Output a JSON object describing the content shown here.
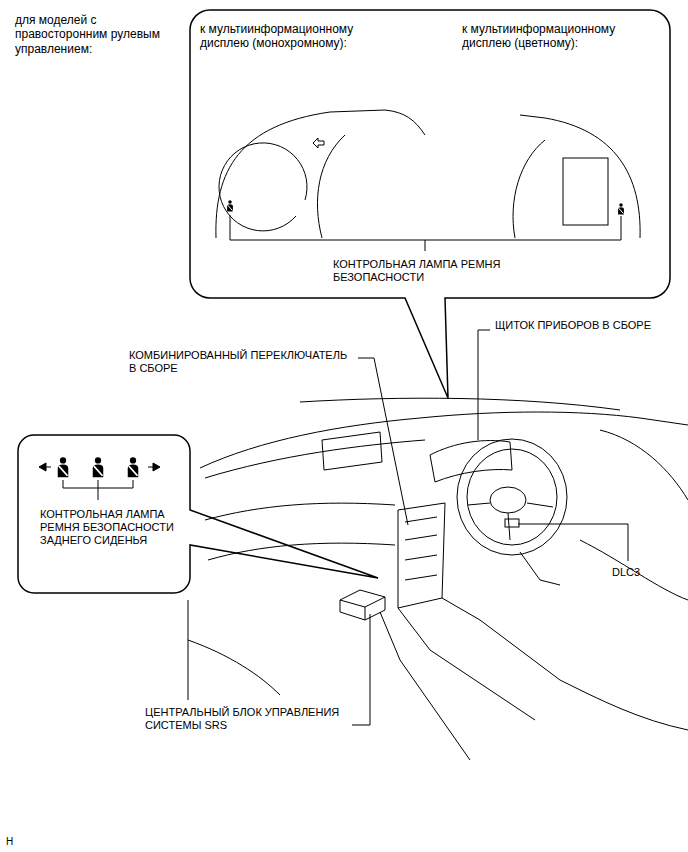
{
  "diagram": {
    "nodes": [
      {
        "text": [
          "к мультиинформационному дисплею (монохромному):",
          "к мультиинформационному дисплею (цветному):",
          "КОНТРОЛЬНАЯ ЛАМПА РЕМНЯ БЕЗОПАСНОСТИ"
        ]
      },
      {
        "text": [
          "КОНТРОЛЬНАЯ ЛАМПА РЕМНЯ БЕЗОПАСНОСТИ ЗАДНЕГО СИДЕНЬЯ"
        ]
      }
    ],
    "labels": [
      "для моделей с правосторонним рулевым управлением:",
      "ЩИТОК ПРИБОРОВ В СБОРЕ",
      "КОМБИНИРОВАННЫЙ ПЕРЕКЛЮЧАТЕЛЬ В СБОРЕ",
      "DLC3",
      "ЦЕНТРАЛЬНЫЙ БЛОК УПРАВЛЕНИЯ СИСТЕМЫ SRS",
      "H"
    ]
  }
}
